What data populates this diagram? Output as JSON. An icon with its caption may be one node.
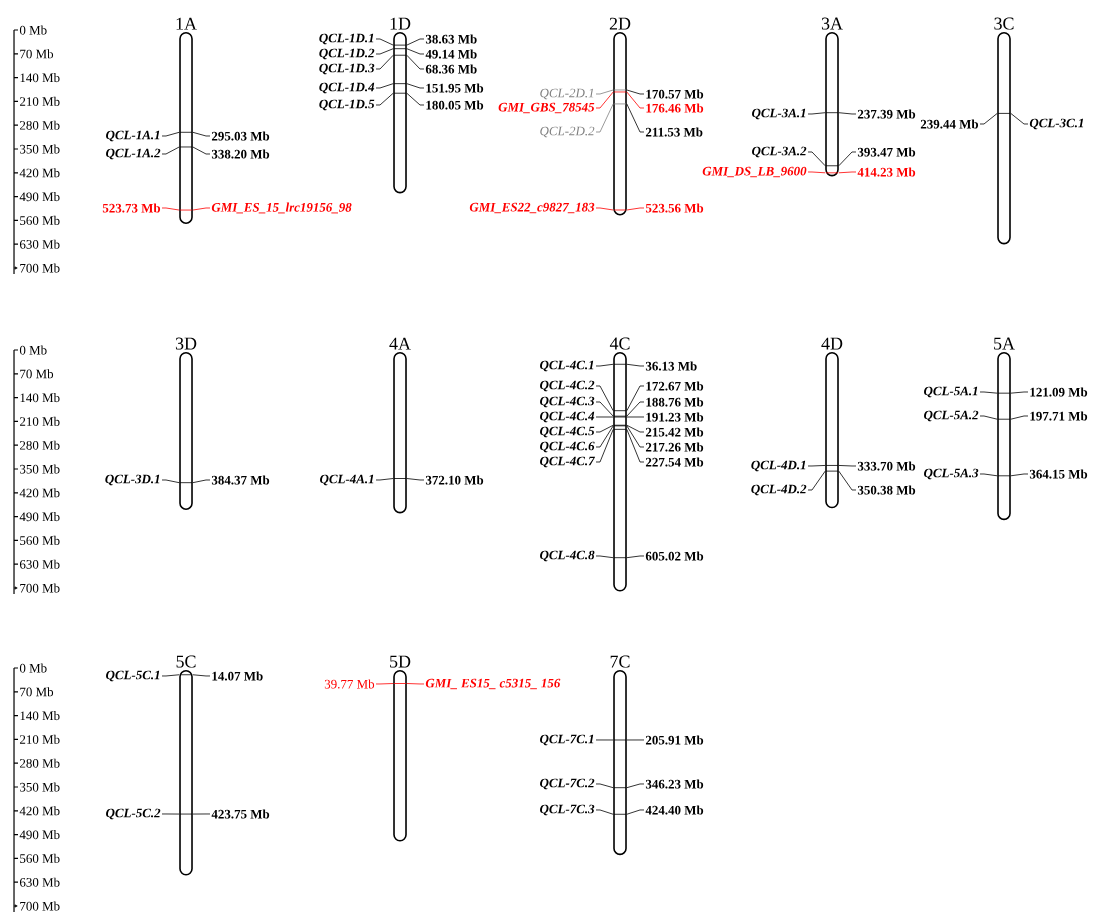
{
  "diagram": {
    "nodes": [
      {
        "text": [
          "1A"
        ]
      },
      {
        "text": [
          "QCL-1A.1"
        ]
      },
      {
        "text": [
          "295.03 Mb"
        ]
      },
      {
        "text": [
          "QCL-1A.2"
        ]
      },
      {
        "text": [
          "338.20 Mb"
        ]
      },
      {
        "text": [
          "523.73 Mb"
        ]
      },
      {
        "text": [
          "GMI_ES_15_lrc19156_98"
        ]
      },
      {
        "text": [
          "1D"
        ]
      },
      {
        "text": [
          "QCL-1D.1"
        ]
      },
      {
        "text": [
          "38.63 Mb"
        ]
      },
      {
        "text": [
          "QCL-1D.2"
        ]
      },
      {
        "text": [
          "49.14 Mb"
        ]
      },
      {
        "text": [
          "QCL-1D.3"
        ]
      },
      {
        "text": [
          "68.36 Mb"
        ]
      },
      {
        "text": [
          "QCL-1D.4"
        ]
      },
      {
        "text": [
          "151.95 Mb"
        ]
      },
      {
        "text": [
          "QCL-1D.5"
        ]
      },
      {
        "text": [
          "180.05 Mb"
        ]
      },
      {
        "text": [
          "2D"
        ]
      },
      {
        "text": [
          "QCL-2D.1"
        ]
      },
      {
        "text": [
          "170.57 Mb"
        ]
      },
      {
        "text": [
          "GMI_GBS_78545"
        ]
      },
      {
        "text": [
          "176.46 Mb"
        ]
      },
      {
        "text": [
          "QCL-2D.2"
        ]
      },
      {
        "text": [
          "211.53 Mb"
        ]
      },
      {
        "text": [
          "GMI_ES22_c9827_183"
        ]
      },
      {
        "text": [
          "523.56 Mb"
        ]
      },
      {
        "text": [
          "3A"
        ]
      },
      {
        "text": [
          "QCL-3A.1"
        ]
      },
      {
        "text": [
          "237.39 Mb"
        ]
      },
      {
        "text": [
          "QCL-3A.2"
        ]
      },
      {
        "text": [
          "393.47 Mb"
        ]
      },
      {
        "text": [
          "GMI_DS_LB_9600"
        ]
      },
      {
        "text": [
          "414.23 Mb"
        ]
      },
      {
        "text": [
          "3C"
        ]
      },
      {
        "text": [
          "239.44 Mb"
        ]
      },
      {
        "text": [
          "QCL-3C.1"
        ]
      },
      {
        "text": [
          "3D"
        ]
      },
      {
        "text": [
          "QCL-3D.1"
        ]
      },
      {
        "text": [
          "384.37 Mb"
        ]
      },
      {
        "text": [
          "4A"
        ]
      },
      {
        "text": [
          "QCL-4A.1"
        ]
      },
      {
        "text": [
          "372.10 Mb"
        ]
      },
      {
        "text": [
          "4C"
        ]
      },
      {
        "text": [
          "QCL-4C.1"
        ]
      },
      {
        "text": [
          "36.13 Mb"
        ]
      },
      {
        "text": [
          "QCL-4C.2"
        ]
      },
      {
        "text": [
          "172.67 Mb"
        ]
      },
      {
        "text": [
          "QCL-4C.3"
        ]
      },
      {
        "text": [
          "188.76 Mb"
        ]
      },
      {
        "text": [
          "QCL-4C.4"
        ]
      },
      {
        "text": [
          "191.23 Mb"
        ]
      },
      {
        "text": [
          "QCL-4C.5"
        ]
      },
      {
        "text": [
          "215.42 Mb"
        ]
      },
      {
        "text": [
          "QCL-4C.6"
        ]
      },
      {
        "text": [
          "217.26 Mb"
        ]
      },
      {
        "text": [
          "QCL-4C.7"
        ]
      },
      {
        "text": [
          "227.54 Mb"
        ]
      },
      {
        "text": [
          "QCL-4C.8"
        ]
      },
      {
        "text": [
          "605.02 Mb"
        ]
      },
      {
        "text": [
          "4D"
        ]
      },
      {
        "text": [
          "QCL-4D.1"
        ]
      },
      {
        "text": [
          "333.70 Mb"
        ]
      },
      {
        "text": [
          "QCL-4D.2"
        ]
      },
      {
        "text": [
          "350.38 Mb"
        ]
      },
      {
        "text": [
          "5A"
        ]
      },
      {
        "text": [
          "QCL-5A.1"
        ]
      },
      {
        "text": [
          "121.09 Mb"
        ]
      },
      {
        "text": [
          "QCL-5A.2"
        ]
      },
      {
        "text": [
          "197.71 Mb"
        ]
      },
      {
        "text": [
          "QCL-5A.3"
        ]
      },
      {
        "text": [
          "364.15 Mb"
        ]
      },
      {
        "text": [
          "5C"
        ]
      },
      {
        "text": [
          "QCL-5C.1"
        ]
      },
      {
        "text": [
          "14.07 Mb"
        ]
      },
      {
        "text": [
          "QCL-5C.2"
        ]
      },
      {
        "text": [
          "423.75 Mb"
        ]
      },
      {
        "text": [
          "5D"
        ]
      },
      {
        "text": [
          "39.77 Mb"
        ]
      },
      {
        "text": [
          "GMI_ ES15_ c5315_ 156"
        ]
      },
      {
        "text": [
          "7C"
        ]
      },
      {
        "text": [
          "QCL-7C.1"
        ]
      },
      {
        "text": [
          "205.91 Mb"
        ]
      },
      {
        "text": [
          "QCL-7C.2"
        ]
      },
      {
        "text": [
          "346.23 Mb"
        ]
      },
      {
        "text": [
          "QCL-7C.3"
        ]
      },
      {
        "text": [
          "424.40 Mb"
        ]
      }
    ],
    "edges": [
      {
        "from": 1,
        "to": 0,
        "arrow": "none"
      },
      {
        "from": 0,
        "to": 2,
        "arrow": "none"
      },
      {
        "from": 3,
        "to": 0,
        "arrow": "none"
      },
      {
        "from": 0,
        "to": 4,
        "arrow": "none"
      },
      {
        "from": 5,
        "to": 0,
        "arrow": "none",
        "color": "#ff0000"
      },
      {
        "from": 0,
        "to": 6,
        "arrow": "none",
        "color": "#ff0000"
      },
      {
        "from": 8,
        "to": 7,
        "arrow": "none"
      },
      {
        "from": 7,
        "to": 9,
        "arrow": "none"
      },
      {
        "from": 10,
        "to": 7,
        "arrow": "none"
      },
      {
        "from": 7,
        "to": 11,
        "arrow": "none"
      },
      {
        "from": 12,
        "to": 7,
        "arrow": "none"
      },
      {
        "from": 7,
        "to": 13,
        "arrow": "none"
      },
      {
        "from": 14,
        "to": 7,
        "arrow": "none"
      },
      {
        "from": 7,
        "to": 15,
        "arrow": "none"
      },
      {
        "from": 16,
        "to": 7,
        "arrow": "none"
      },
      {
        "from": 7,
        "to": 17,
        "arrow": "none"
      },
      {
        "from": 19,
        "to": 18,
        "arrow": "none",
        "color": "#808080"
      },
      {
        "from": 18,
        "to": 20,
        "arrow": "none"
      },
      {
        "from": 21,
        "to": 18,
        "arrow": "none",
        "color": "#ff0000"
      },
      {
        "from": 18,
        "to": 22,
        "arrow": "none",
        "color": "#ff0000"
      },
      {
        "from": 23,
        "to": 18,
        "arrow": "none",
        "color": "#808080"
      },
      {
        "from": 18,
        "to": 24,
        "arrow": "none"
      },
      {
        "from": 25,
        "to": 18,
        "arrow": "none",
        "color": "#ff0000"
      },
      {
        "from": 18,
        "to": 26,
        "arrow": "none",
        "color": "#ff0000"
      },
      {
        "from": 28,
        "to": 27,
        "arrow": "none"
      },
      {
        "from": 27,
        "to": 29,
        "arrow": "none"
      },
      {
        "from": 30,
        "to": 27,
        "arrow": "none"
      },
      {
        "from": 27,
        "to": 31,
        "arrow": "none"
      },
      {
        "from": 32,
        "to": 27,
        "arrow": "none",
        "color": "#ff0000"
      },
      {
        "from": 27,
        "to": 33,
        "arrow": "none",
        "color": "#ff0000"
      },
      {
        "from": 35,
        "to": 34,
        "arrow": "none"
      },
      {
        "from": 34,
        "to": 36,
        "arrow": "none"
      },
      {
        "from": 38,
        "to": 37,
        "arrow": "none"
      },
      {
        "from": 37,
        "to": 39,
        "arrow": "none"
      },
      {
        "from": 41,
        "to": 40,
        "arrow": "none"
      },
      {
        "from": 40,
        "to": 42,
        "arrow": "none"
      },
      {
        "from": 44,
        "to": 43,
        "arrow": "none"
      },
      {
        "from": 43,
        "to": 45,
        "arrow": "none"
      },
      {
        "from": 46,
        "to": 43,
        "arrow": "none"
      },
      {
        "from": 43,
        "to": 47,
        "arrow": "none"
      },
      {
        "from": 48,
        "to": 43,
        "arrow": "none"
      },
      {
        "from": 43,
        "to": 49,
        "arrow": "none"
      },
      {
        "from": 50,
        "to": 43,
        "arrow": "none"
      },
      {
        "from": 43,
        "to": 51,
        "arrow": "none"
      },
      {
        "from": 52,
        "to": 43,
        "arrow": "none"
      },
      {
        "from": 43,
        "to": 53,
        "arrow": "none"
      },
      {
        "from": 54,
        "to": 43,
        "arrow": "none"
      },
      {
        "from": 43,
        "to": 55,
        "arrow": "none"
      },
      {
        "from": 56,
        "to": 43,
        "arrow": "none"
      },
      {
        "from": 43,
        "to": 57,
        "arrow": "none"
      },
      {
        "from": 58,
        "to": 43,
        "arrow": "none"
      },
      {
        "from": 43,
        "to": 59,
        "arrow": "none"
      },
      {
        "from": 61,
        "to": 60,
        "arrow": "none"
      },
      {
        "from": 60,
        "to": 62,
        "arrow": "none"
      },
      {
        "from": 63,
        "to": 60,
        "arrow": "none"
      },
      {
        "from": 60,
        "to": 64,
        "arrow": "none"
      },
      {
        "from": 66,
        "to": 65,
        "arrow": "none"
      },
      {
        "from": 65,
        "to": 67,
        "arrow": "none"
      },
      {
        "from": 68,
        "to": 65,
        "arrow": "none"
      },
      {
        "from": 65,
        "to": 69,
        "arrow": "none"
      },
      {
        "from": 70,
        "to": 65,
        "arrow": "none"
      },
      {
        "from": 65,
        "to": 71,
        "arrow": "none"
      },
      {
        "from": 73,
        "to": 72,
        "arrow": "none"
      },
      {
        "from": 72,
        "to": 74,
        "arrow": "none"
      },
      {
        "from": 75,
        "to": 72,
        "arrow": "none"
      },
      {
        "from": 72,
        "to": 76,
        "arrow": "none"
      },
      {
        "from": 78,
        "to": 77,
        "arrow": "none",
        "color": "#ff0000"
      },
      {
        "from": 77,
        "to": 79,
        "arrow": "none",
        "color": "#ff0000"
      },
      {
        "from": 81,
        "to": 80,
        "arrow": "none"
      },
      {
        "from": 80,
        "to": 82,
        "arrow": "none"
      },
      {
        "from": 83,
        "to": 80,
        "arrow": "none"
      },
      {
        "from": 80,
        "to": 84,
        "arrow": "none"
      },
      {
        "from": 85,
        "to": 80,
        "arrow": "none"
      },
      {
        "from": 80,
        "to": 86,
        "arrow": "none"
      }
    ],
    "labels": [
      "0 Mb",
      "70 Mb",
      "140 Mb",
      "210 Mb",
      "280 Mb",
      "350 Mb",
      "420 Mb",
      "490 Mb",
      "560 Mb",
      "630 Mb",
      "700 Mb",
      "0 Mb",
      "70 Mb",
      "140 Mb",
      "210 Mb",
      "280 Mb",
      "350 Mb",
      "420 Mb",
      "490 Mb",
      "560 Mb",
      "630 Mb",
      "700 Mb",
      "0 Mb",
      "70 Mb",
      "140 Mb",
      "210 Mb",
      "280 Mb",
      "350 Mb",
      "420 Mb",
      "490 Mb",
      "560 Mb",
      "630 Mb",
      "700 Mb"
    ]
  }
}
